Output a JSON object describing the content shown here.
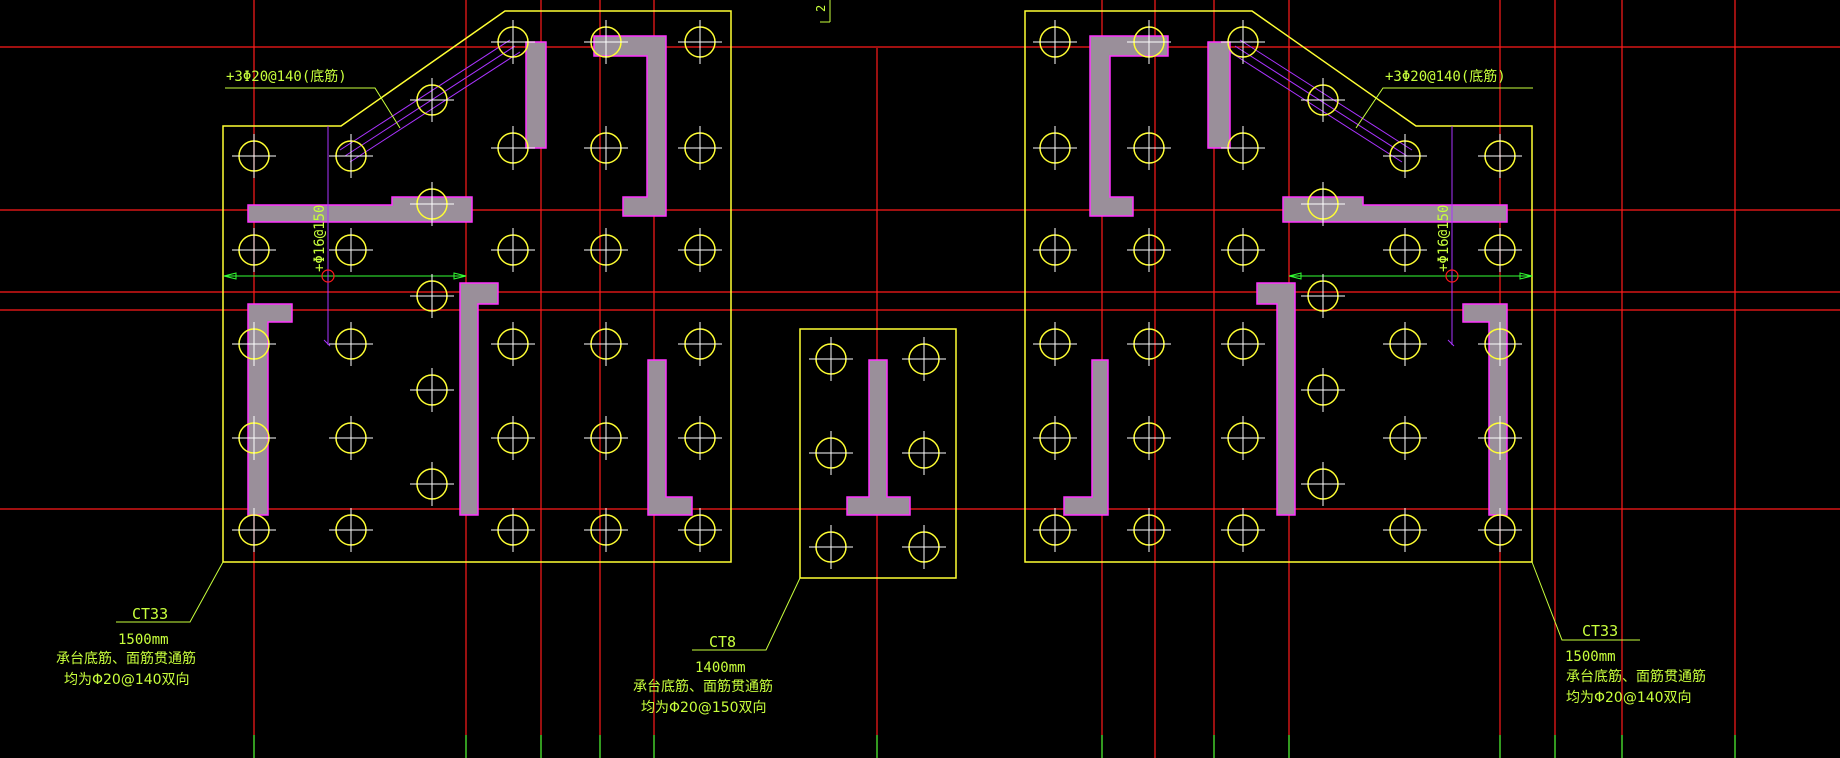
{
  "colors": {
    "background": "#000000",
    "grid_axis": "#ff1a1a",
    "cap_outline": "#ffff33",
    "pile_symbol": "#ffff33",
    "wall": "#9a8f9a",
    "wall_edge": "#ff33ff",
    "rebar_line": "#c8ff3c",
    "dimension_line": "#aa33ff",
    "annotation_text": "#c8ff3c"
  },
  "top_mark": "2",
  "caps": {
    "left": {
      "id": "CT33",
      "thickness": "1500mm",
      "note_line1": "承台底筋、面筋贯通筋",
      "note_line2": "均为Φ20@140双向",
      "extra_bottom_bar": "+3Φ20@140(底筋)",
      "extra_bar_vertical": "+Φ16@150"
    },
    "center": {
      "id": "CT8",
      "thickness": "1400mm",
      "note_line1": "承台底筋、面筋贯通筋",
      "note_line2": "均为Φ20@150双向"
    },
    "right": {
      "id": "CT33",
      "thickness": "1500mm",
      "note_line1": "承台底筋、面筋贯通筋",
      "note_line2": "均为Φ20@140双向",
      "extra_bottom_bar": "+3Φ20@140(底筋)",
      "extra_bar_vertical": "+Φ16@150"
    }
  }
}
